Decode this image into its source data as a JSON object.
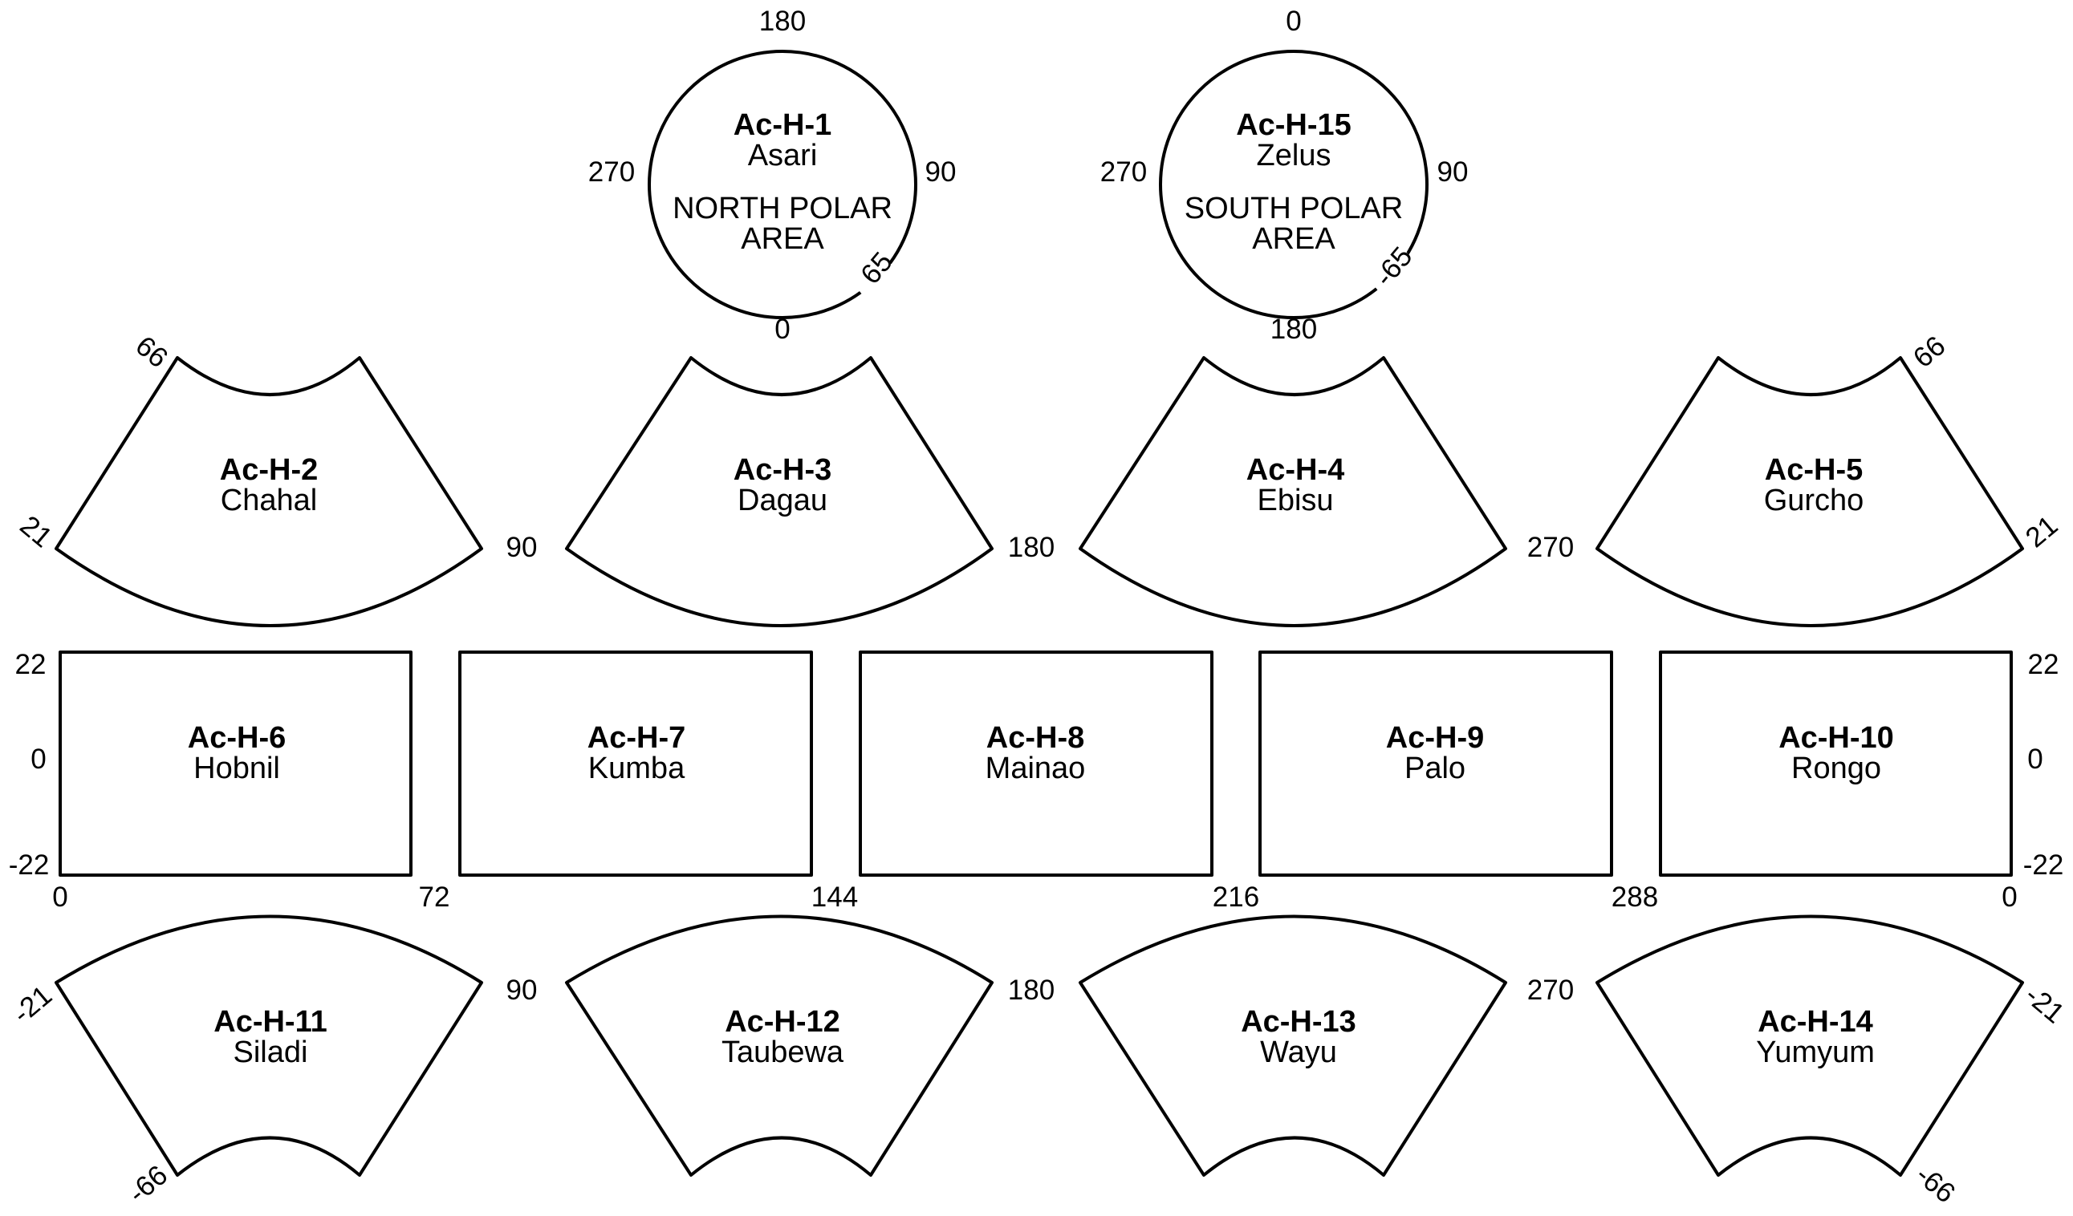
{
  "quadrangles": [
    {
      "id": "ac-h-1",
      "code": "Ac-H-1",
      "name": "Asari",
      "area": [
        "NORTH POLAR",
        "AREA"
      ]
    },
    {
      "id": "ac-h-15",
      "code": "Ac-H-15",
      "name": "Zelus",
      "area": [
        "SOUTH POLAR",
        "AREA"
      ]
    },
    {
      "id": "ac-h-2",
      "code": "Ac-H-2",
      "name": "Chahal"
    },
    {
      "id": "ac-h-3",
      "code": "Ac-H-3",
      "name": "Dagau"
    },
    {
      "id": "ac-h-4",
      "code": "Ac-H-4",
      "name": "Ebisu"
    },
    {
      "id": "ac-h-5",
      "code": "Ac-H-5",
      "name": "Gurcho"
    },
    {
      "id": "ac-h-6",
      "code": "Ac-H-6",
      "name": "Hobnil"
    },
    {
      "id": "ac-h-7",
      "code": "Ac-H-7",
      "name": "Kumba"
    },
    {
      "id": "ac-h-8",
      "code": "Ac-H-8",
      "name": "Mainao"
    },
    {
      "id": "ac-h-9",
      "code": "Ac-H-9",
      "name": "Palo"
    },
    {
      "id": "ac-h-10",
      "code": "Ac-H-10",
      "name": "Rongo"
    },
    {
      "id": "ac-h-11",
      "code": "Ac-H-11",
      "name": "Siladi"
    },
    {
      "id": "ac-h-12",
      "code": "Ac-H-12",
      "name": "Taubewa"
    },
    {
      "id": "ac-h-13",
      "code": "Ac-H-13",
      "name": "Wayu"
    },
    {
      "id": "ac-h-14",
      "code": "Ac-H-14",
      "name": "Yumyum"
    }
  ],
  "labels": {
    "north_top": "180",
    "north_left": "270",
    "north_right": "90",
    "north_lat": "65",
    "north_bottom": "0",
    "south_top": "0",
    "south_left": "270",
    "south_right": "90",
    "south_lat": "-65",
    "south_bottom": "180",
    "upper_lat_left": "66",
    "upper_lat_right": "66",
    "upper_lat_low_left": "21",
    "upper_lat_low_right": "21",
    "upper_lon_1": "90",
    "upper_lon_2": "180",
    "upper_lon_3": "270",
    "eq_lat_top_left": "22",
    "eq_lat_mid_left": "0",
    "eq_lat_bottom_left": "-22",
    "eq_lat_top_right": "22",
    "eq_lat_mid_right": "0",
    "eq_lat_bottom_right": "-22",
    "eq_lon_1": "0",
    "eq_lon_2": "72",
    "eq_lon_3": "144",
    "eq_lon_4": "216",
    "eq_lon_5": "288",
    "eq_lon_6": "0",
    "lower_lat_left": "-21",
    "lower_lat_right": "-21",
    "lower_lat_low_left": "-66",
    "lower_lat_low_right": "-66",
    "lower_lon_1": "90",
    "lower_lon_2": "180",
    "lower_lon_3": "270"
  }
}
